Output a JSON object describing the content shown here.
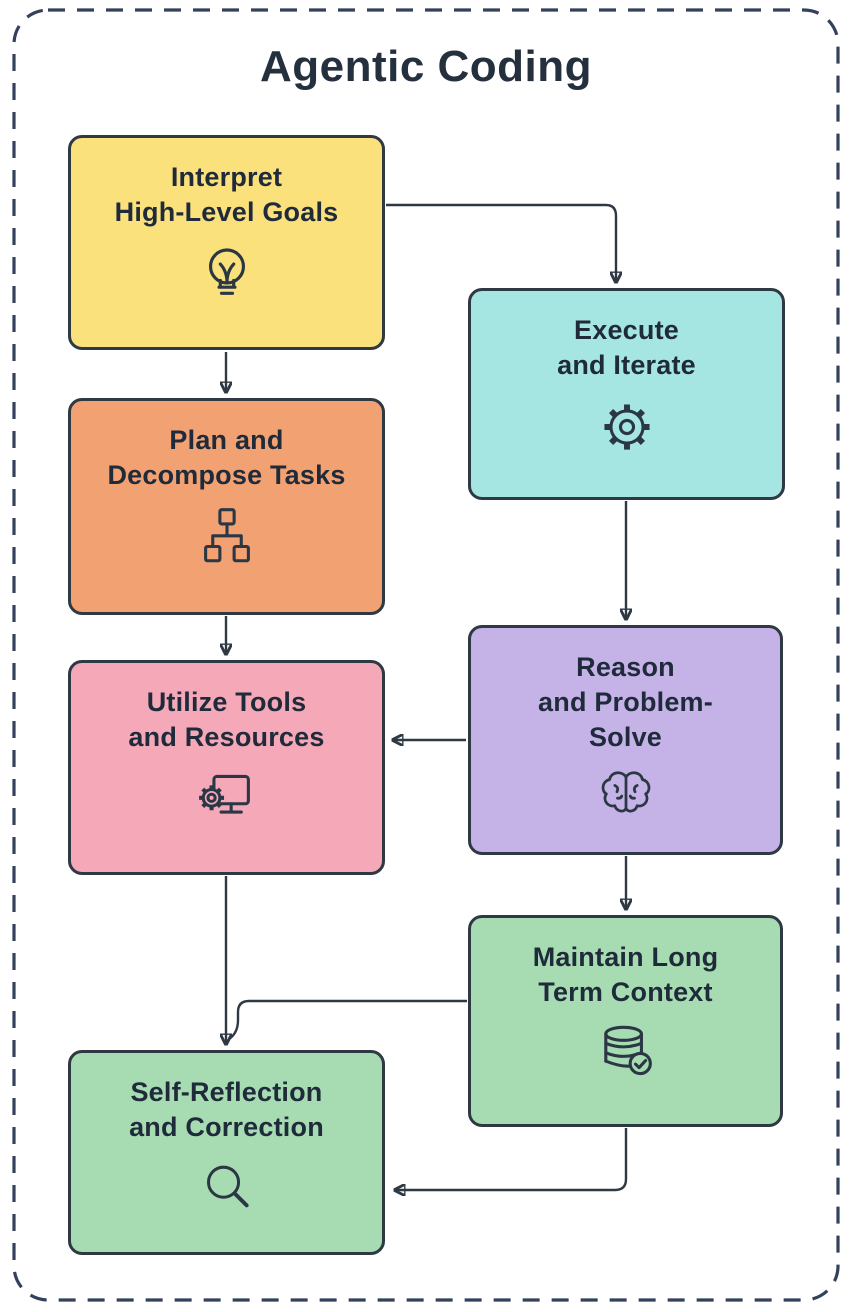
{
  "title": "Agentic Coding",
  "colors": {
    "background": "#ffffff",
    "outer_border": "#33415c",
    "node_border": "#2e3944",
    "text": "#1f2a3a",
    "arrow": "#2e3944"
  },
  "diagram": {
    "nodes": [
      {
        "id": "interpret",
        "label": "Interpret\nHigh-Level Goals",
        "icon": "lightbulb-icon",
        "fill": "#fbe17c"
      },
      {
        "id": "execute",
        "label": "Execute\nand Iterate",
        "icon": "gear-icon",
        "fill": "#a6e6e2"
      },
      {
        "id": "plan",
        "label": "Plan and\nDecompose Tasks",
        "icon": "hierarchy-icon",
        "fill": "#f2a272"
      },
      {
        "id": "reason",
        "label": "Reason\nand Problem-\nSolve",
        "icon": "brain-icon",
        "fill": "#c5b3e8"
      },
      {
        "id": "utilize",
        "label": "Utilize Tools\nand Resources",
        "icon": "tools-monitor-icon",
        "fill": "#f4a8b8"
      },
      {
        "id": "maintain",
        "label": "Maintain Long\nTerm Context",
        "icon": "database-check-icon",
        "fill": "#a7dcb2"
      },
      {
        "id": "self_reflection",
        "label": "Self-Reflection\nand Correction",
        "icon": "magnifier-icon",
        "fill": "#a7dcb2"
      }
    ],
    "edges": [
      {
        "from": "interpret",
        "to": "execute"
      },
      {
        "from": "interpret",
        "to": "plan"
      },
      {
        "from": "execute",
        "to": "reason"
      },
      {
        "from": "plan",
        "to": "utilize"
      },
      {
        "from": "reason",
        "to": "utilize"
      },
      {
        "from": "reason",
        "to": "maintain"
      },
      {
        "from": "utilize",
        "to": "self_reflection"
      },
      {
        "from": "maintain",
        "to": "self_reflection",
        "route": "left-then-down-into-top"
      },
      {
        "from": "maintain",
        "to": "self_reflection",
        "route": "down-then-left-into-side"
      }
    ]
  }
}
